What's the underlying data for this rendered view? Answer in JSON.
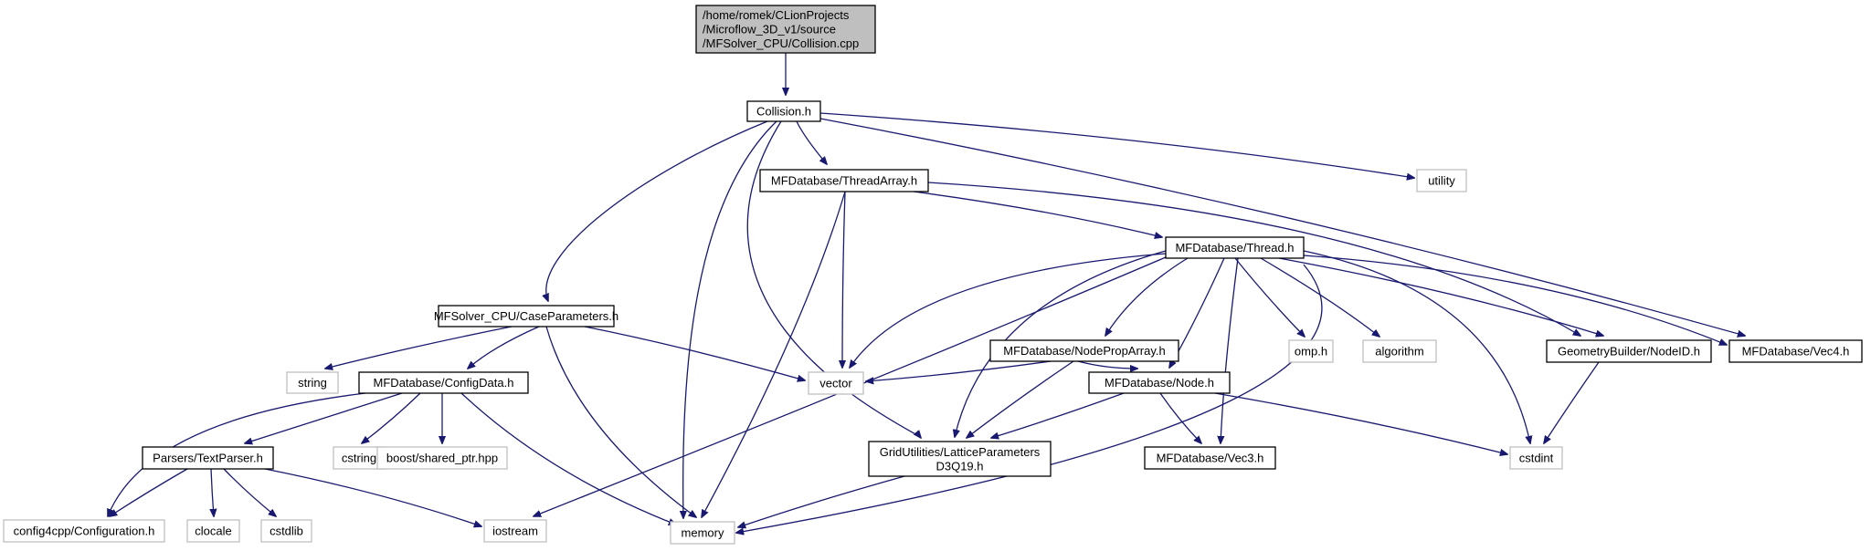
{
  "diagram": {
    "colors": {
      "edge": "#191970",
      "root_fill": "#bfbfbf",
      "local_border": "#000000",
      "system_border": "#bfbfbf"
    },
    "nodes": [
      {
        "id": "root",
        "lines": [
          "/home/romek/CLionProjects",
          "/Microflow_3D_v1/source",
          "/MFSolver_CPU/Collision.cpp"
        ],
        "kind": "root"
      },
      {
        "id": "collision_h",
        "lines": [
          "Collision.h"
        ],
        "kind": "local"
      },
      {
        "id": "utility",
        "lines": [
          "utility"
        ],
        "kind": "system"
      },
      {
        "id": "threadarray",
        "lines": [
          "MFDatabase/ThreadArray.h"
        ],
        "kind": "local"
      },
      {
        "id": "thread",
        "lines": [
          "MFDatabase/Thread.h"
        ],
        "kind": "local"
      },
      {
        "id": "caseparams",
        "lines": [
          "MFSolver_CPU/CaseParameters.h"
        ],
        "kind": "local"
      },
      {
        "id": "nodeproparray",
        "lines": [
          "MFDatabase/NodePropArray.h"
        ],
        "kind": "local"
      },
      {
        "id": "omp",
        "lines": [
          "omp.h"
        ],
        "kind": "system"
      },
      {
        "id": "algorithm",
        "lines": [
          "algorithm"
        ],
        "kind": "system"
      },
      {
        "id": "nodeid",
        "lines": [
          "GeometryBuilder/NodeID.h"
        ],
        "kind": "local"
      },
      {
        "id": "vec4",
        "lines": [
          "MFDatabase/Vec4.h"
        ],
        "kind": "local"
      },
      {
        "id": "string",
        "lines": [
          "string"
        ],
        "kind": "system"
      },
      {
        "id": "configdata",
        "lines": [
          "MFDatabase/ConfigData.h"
        ],
        "kind": "local"
      },
      {
        "id": "vector",
        "lines": [
          "vector"
        ],
        "kind": "system"
      },
      {
        "id": "node_h",
        "lines": [
          "MFDatabase/Node.h"
        ],
        "kind": "local"
      },
      {
        "id": "textparser",
        "lines": [
          "Parsers/TextParser.h"
        ],
        "kind": "local"
      },
      {
        "id": "cstring",
        "lines": [
          "cstring"
        ],
        "kind": "system"
      },
      {
        "id": "sharedptr",
        "lines": [
          "boost/shared_ptr.hpp"
        ],
        "kind": "system"
      },
      {
        "id": "lattice",
        "lines": [
          "GridUtilities/LatticeParameters",
          "D3Q19.h"
        ],
        "kind": "local"
      },
      {
        "id": "vec3",
        "lines": [
          "MFDatabase/Vec3.h"
        ],
        "kind": "local"
      },
      {
        "id": "cstdint",
        "lines": [
          "cstdint"
        ],
        "kind": "system"
      },
      {
        "id": "configuration",
        "lines": [
          "config4cpp/Configuration.h"
        ],
        "kind": "system"
      },
      {
        "id": "clocale",
        "lines": [
          "clocale"
        ],
        "kind": "system"
      },
      {
        "id": "cstdlib",
        "lines": [
          "cstdlib"
        ],
        "kind": "system"
      },
      {
        "id": "iostream",
        "lines": [
          "iostream"
        ],
        "kind": "system"
      },
      {
        "id": "memory",
        "lines": [
          "memory"
        ],
        "kind": "system"
      }
    ],
    "edges": [
      [
        "root",
        "collision_h"
      ],
      [
        "collision_h",
        "utility"
      ],
      [
        "collision_h",
        "threadarray"
      ],
      [
        "collision_h",
        "caseparams"
      ],
      [
        "collision_h",
        "vec4"
      ],
      [
        "collision_h",
        "lattice"
      ],
      [
        "collision_h",
        "memory"
      ],
      [
        "threadarray",
        "thread"
      ],
      [
        "threadarray",
        "nodeid"
      ],
      [
        "threadarray",
        "vector"
      ],
      [
        "threadarray",
        "memory"
      ],
      [
        "thread",
        "nodeproparray"
      ],
      [
        "thread",
        "omp"
      ],
      [
        "thread",
        "algorithm"
      ],
      [
        "thread",
        "nodeid"
      ],
      [
        "thread",
        "vec4"
      ],
      [
        "thread",
        "vector"
      ],
      [
        "thread",
        "node_h"
      ],
      [
        "thread",
        "lattice"
      ],
      [
        "thread",
        "vec3"
      ],
      [
        "thread",
        "cstdint"
      ],
      [
        "thread",
        "iostream"
      ],
      [
        "thread",
        "memory"
      ],
      [
        "caseparams",
        "string"
      ],
      [
        "caseparams",
        "configdata"
      ],
      [
        "caseparams",
        "vector"
      ],
      [
        "caseparams",
        "memory"
      ],
      [
        "nodeproparray",
        "vector"
      ],
      [
        "nodeproparray",
        "node_h"
      ],
      [
        "nodeproparray",
        "lattice"
      ],
      [
        "configdata",
        "textparser"
      ],
      [
        "configdata",
        "cstring"
      ],
      [
        "configdata",
        "sharedptr"
      ],
      [
        "configdata",
        "configuration"
      ],
      [
        "configdata",
        "memory"
      ],
      [
        "node_h",
        "lattice"
      ],
      [
        "node_h",
        "vec3"
      ],
      [
        "node_h",
        "cstdint"
      ],
      [
        "nodeid",
        "cstdint"
      ],
      [
        "textparser",
        "configuration"
      ],
      [
        "textparser",
        "clocale"
      ],
      [
        "textparser",
        "cstdlib"
      ],
      [
        "textparser",
        "iostream"
      ],
      [
        "lattice",
        "memory"
      ]
    ]
  }
}
